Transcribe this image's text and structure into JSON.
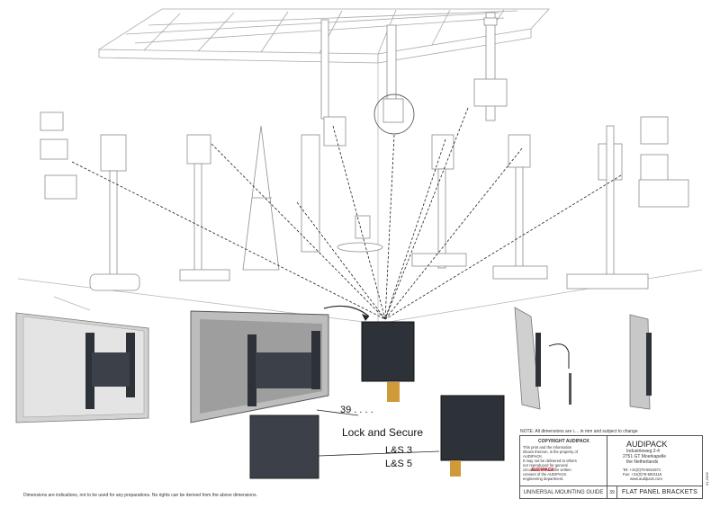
{
  "callouts": {
    "part_number": "39 . . . .",
    "lock_secure": "Lock and Secure",
    "ls3": "L&S 3",
    "ls5": "L&S 5"
  },
  "notes": {
    "dimensions_note": "NOTE: All dimensions are i.... in mm and subject to change",
    "disclaimer": "Dimensions are indications, not to be used for any preparations. No rights can be derived from the above dimensions."
  },
  "title_block": {
    "copyright_heading": "COPYRIGHT AUDIPACK",
    "copyright_body": [
      "This print and the information",
      "shown thereon, is the property of",
      "AUDIPACK.",
      "It may not be delivered to others",
      "nor reproduced for general",
      "circulation without the written",
      "consent of the AUDIPACK",
      "engineering department."
    ],
    "company": "AUDIPACK",
    "address": [
      "Industrieweg 2-4",
      "2751 GT Moerkapelle",
      "the Netherlands"
    ],
    "phone": "Tel: +31(0)79-5931971",
    "fax": "Fax: +31(0)79-5931115",
    "web": "www.audipack.com",
    "logo_word": "AUDIPACK",
    "guide_name": "UNIVERSAL MOUNTING GUIDE",
    "sheet_number": "39",
    "drawing_title": "FLAT PANEL BRACKETS",
    "side_code": "01-2006"
  },
  "colors": {
    "line": "#9a9a9a",
    "dark_bracket": "#2d3138",
    "screen": "#c8c8c8",
    "logo_red": "#cc1f2a"
  }
}
